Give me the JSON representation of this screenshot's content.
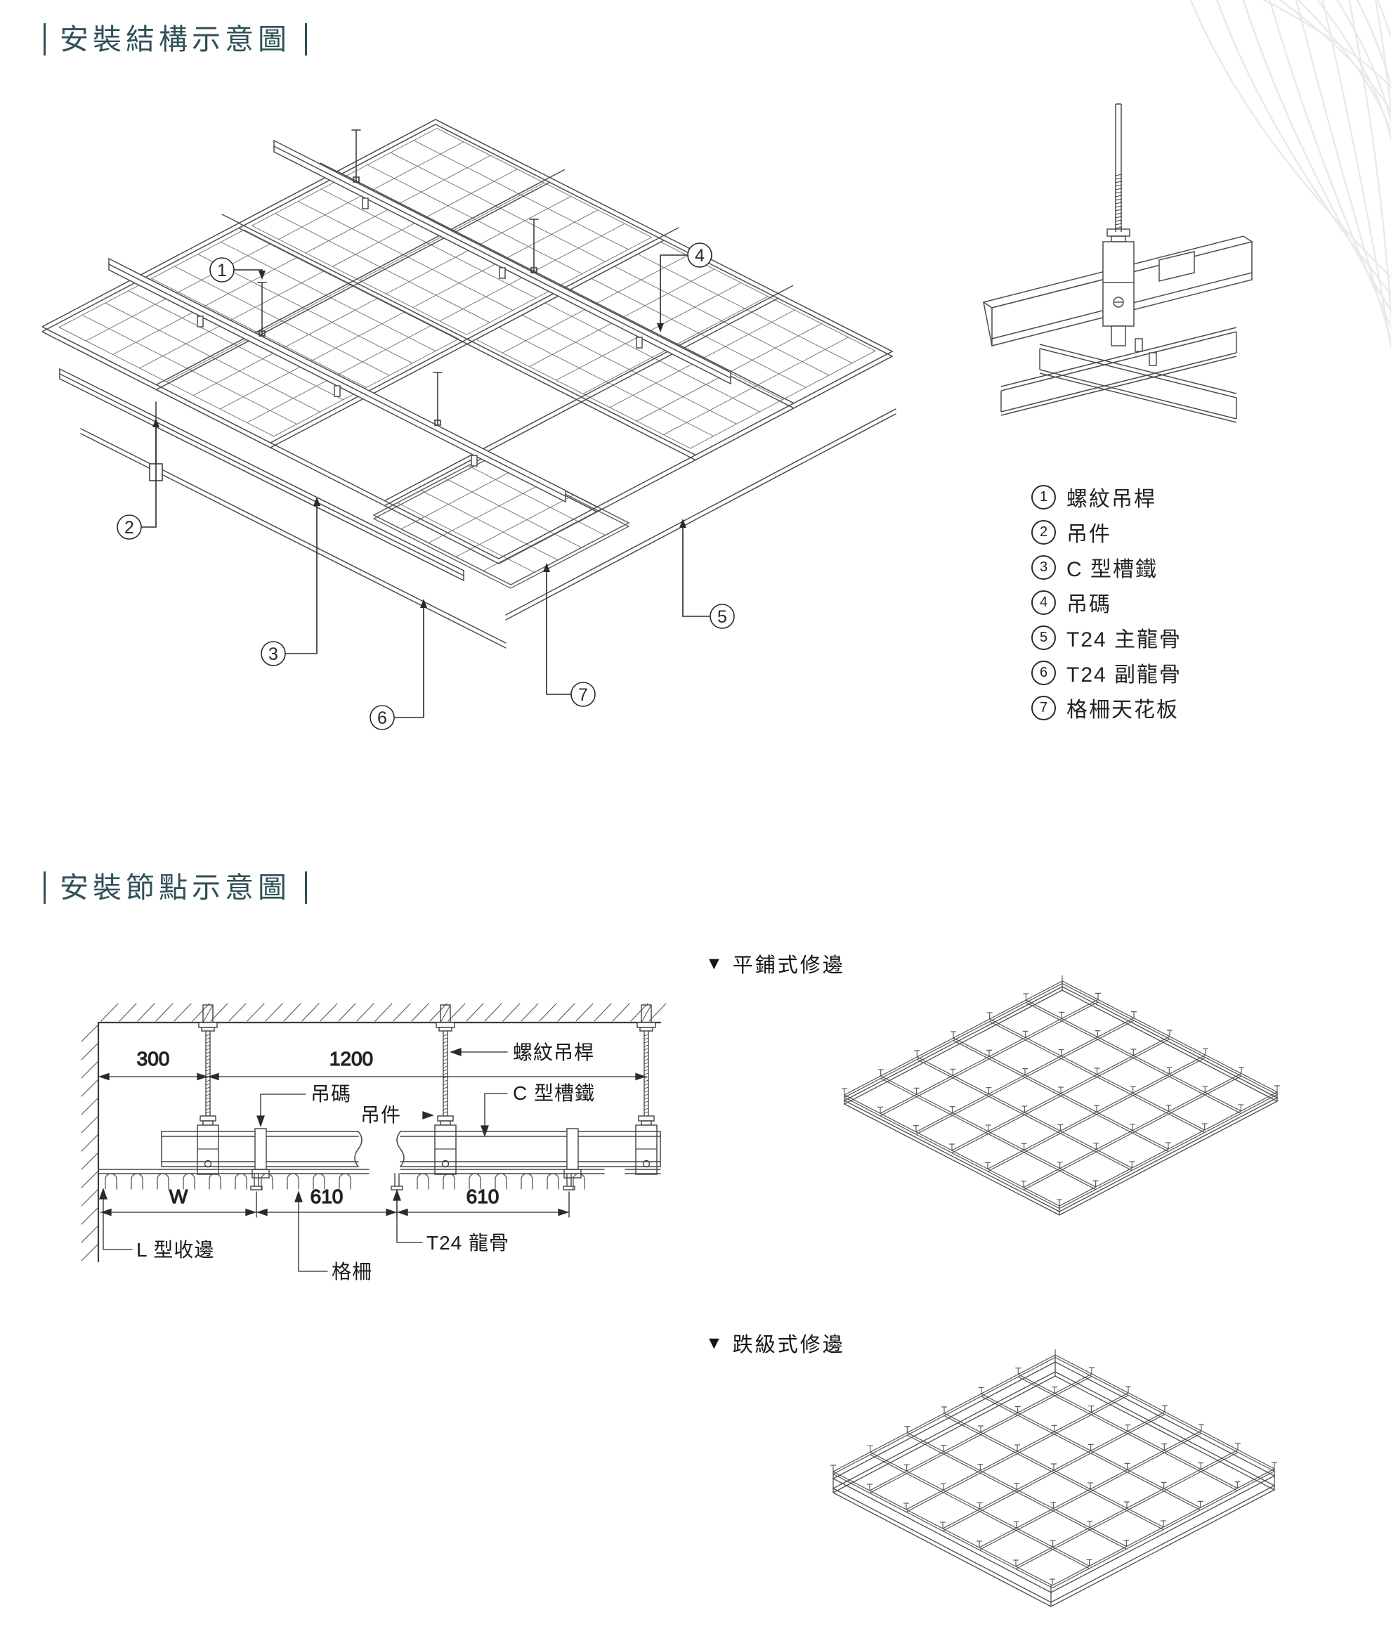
{
  "colors": {
    "accent": "#2f5158",
    "line": "#4d4d4d",
    "fine": "#6e6e6e",
    "text": "#1a1a1a",
    "deco": "#e9e9e9"
  },
  "headers": {
    "s1": "安裝結構示意圖",
    "s2": "安裝節點示意圖"
  },
  "legend": {
    "items": [
      {
        "num": "1",
        "label": "螺紋吊桿"
      },
      {
        "num": "2",
        "label": "吊件"
      },
      {
        "num": "3",
        "label": "C 型槽鐵"
      },
      {
        "num": "4",
        "label": "吊碼"
      },
      {
        "num": "5",
        "label": "T24 主龍骨"
      },
      {
        "num": "6",
        "label": "T24 副龍骨"
      },
      {
        "num": "7",
        "label": "格柵天花板"
      }
    ]
  },
  "main": {
    "callouts": {
      "c1": "1",
      "c2": "2",
      "c3": "3",
      "c4": "4",
      "c5": "5",
      "c6": "6",
      "c7": "7"
    }
  },
  "xsection": {
    "dims": {
      "d300": "300",
      "d1200": "1200",
      "w": "W",
      "d610a": "610",
      "d610b": "610"
    },
    "labels": {
      "rod": "螺紋吊桿",
      "clip": "吊碼",
      "hanger": "吊件",
      "channel": "C 型槽鐵",
      "ltrim": "L 型收邊",
      "grille": "格柵",
      "t24": "T24 龍骨"
    }
  },
  "variants": {
    "flat": {
      "marker": "▼",
      "label": "平鋪式修邊"
    },
    "step": {
      "marker": "▼",
      "label": "跌級式修邊"
    }
  }
}
